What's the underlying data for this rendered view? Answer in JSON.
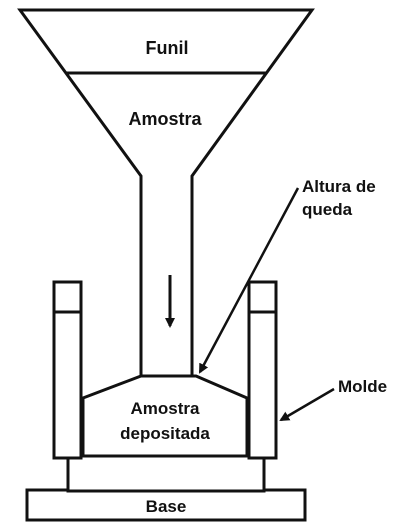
{
  "labels": {
    "funnel": "Funil",
    "sample": "Amostra",
    "drop_height_line1": "Altura de",
    "drop_height_line2": "queda",
    "mold": "Molde",
    "deposited_line1": "Amostra",
    "deposited_line2": "depositada",
    "base": "Base"
  },
  "colors": {
    "stroke": "#111111",
    "background": "#ffffff"
  }
}
